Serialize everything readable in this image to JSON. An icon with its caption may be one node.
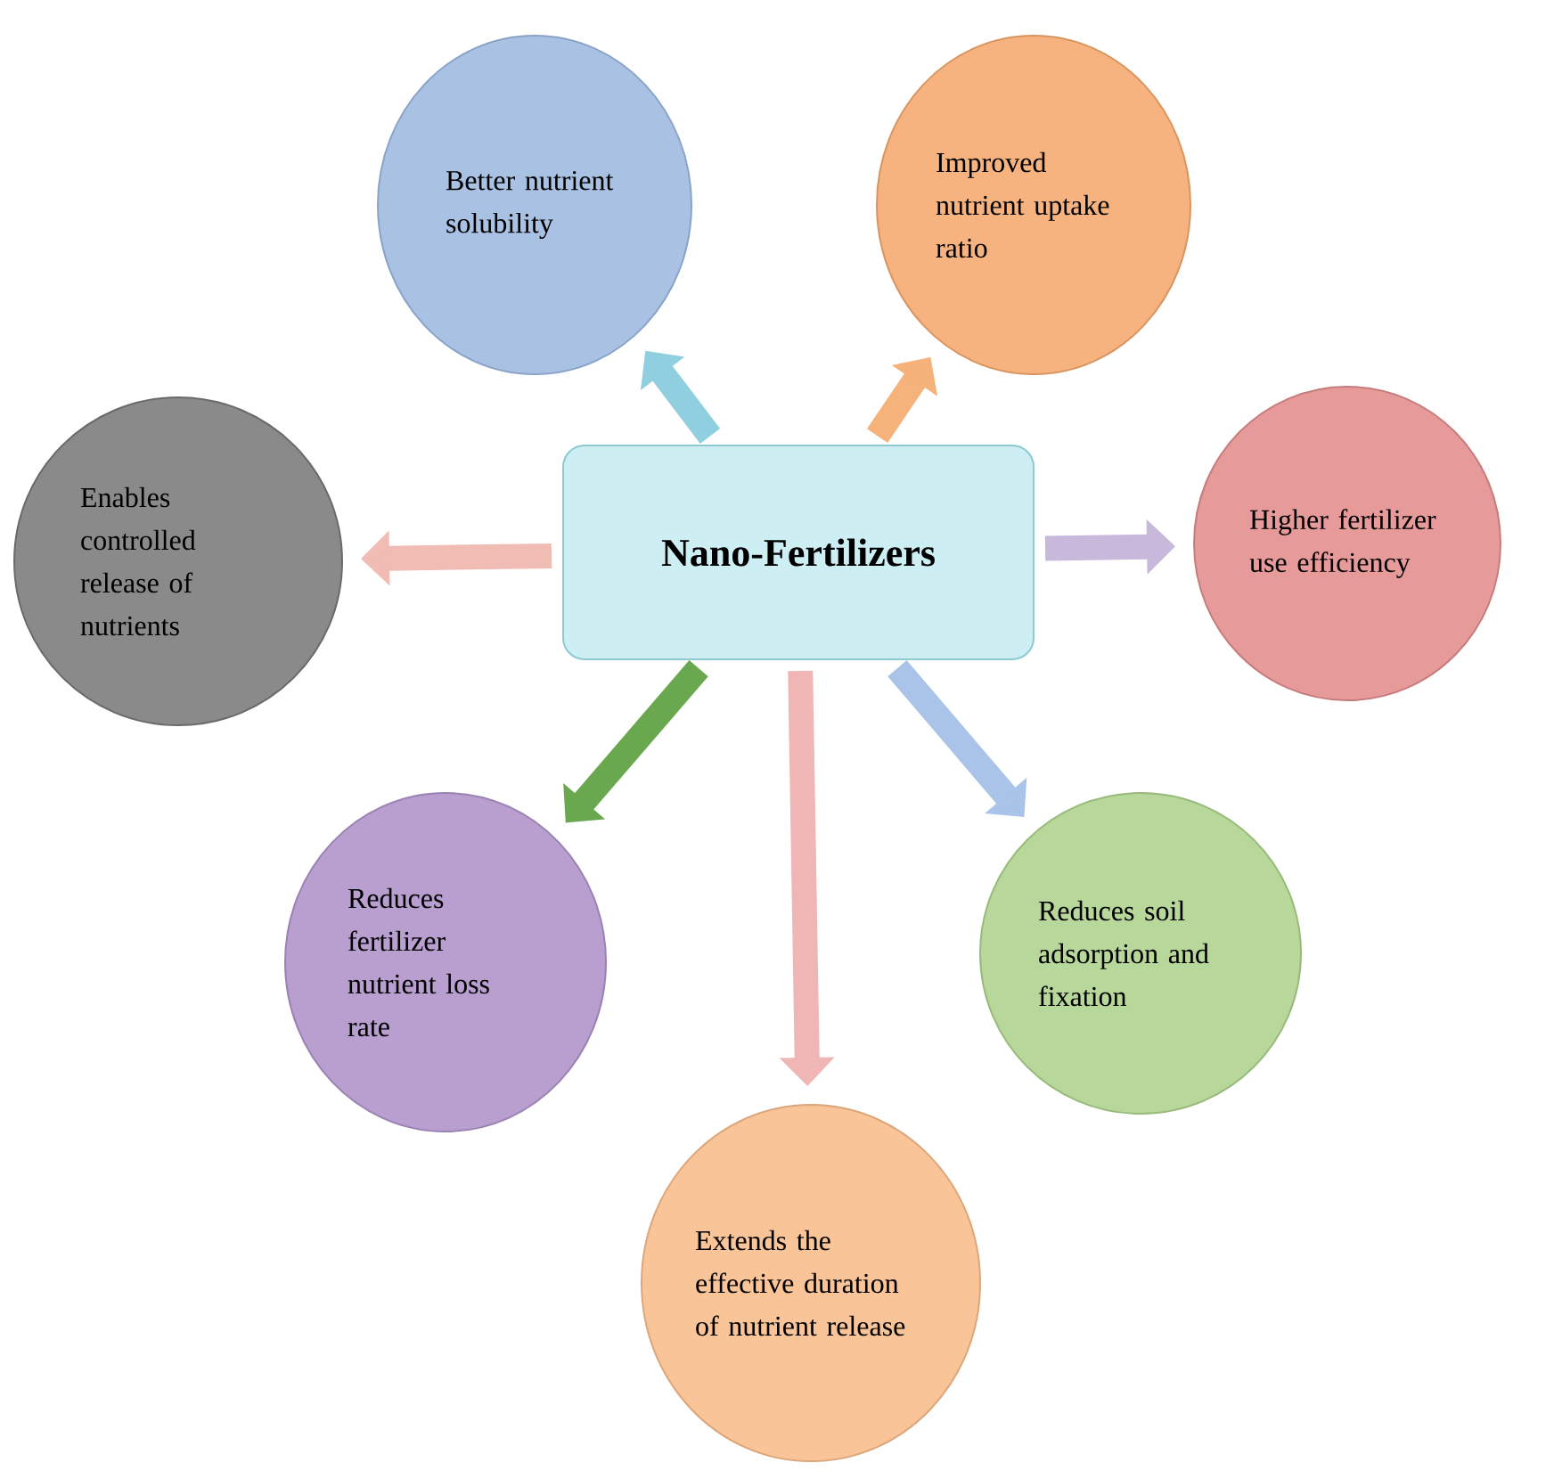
{
  "diagram": {
    "nodes": [
      {
        "text": [
          "Nano-Fertilizers"
        ]
      },
      {
        "text": [
          "Better nutrient solubility"
        ]
      },
      {
        "text": [
          "Improved nutrient uptake ratio"
        ]
      },
      {
        "text": [
          "Enables controlled release of nutrients"
        ]
      },
      {
        "text": [
          "Higher fertilizer use efficiency"
        ]
      },
      {
        "text": [
          "Reduces fertilizer nutrient loss rate"
        ]
      },
      {
        "text": [
          "Reduces soil adsorption and fixation"
        ]
      },
      {
        "text": [
          "Extends the effective duration of nutrient release"
        ]
      }
    ],
    "edges": [
      {
        "from": 0,
        "to": 1,
        "arrow": "to",
        "color": "#8fcfe0"
      },
      {
        "from": 0,
        "to": 2,
        "arrow": "to",
        "color": "#f5b27a"
      },
      {
        "from": 0,
        "to": 3,
        "arrow": "to",
        "color": "#f0bcb4"
      },
      {
        "from": 0,
        "to": 4,
        "arrow": "to",
        "color": "#c7b8dc"
      },
      {
        "from": 0,
        "to": 5,
        "arrow": "to",
        "color": "#6aa84f"
      },
      {
        "from": 0,
        "to": 6,
        "arrow": "to",
        "color": "#a9c4e8"
      },
      {
        "from": 0,
        "to": 7,
        "arrow": "to",
        "color": "#f0b5b5"
      }
    ]
  }
}
